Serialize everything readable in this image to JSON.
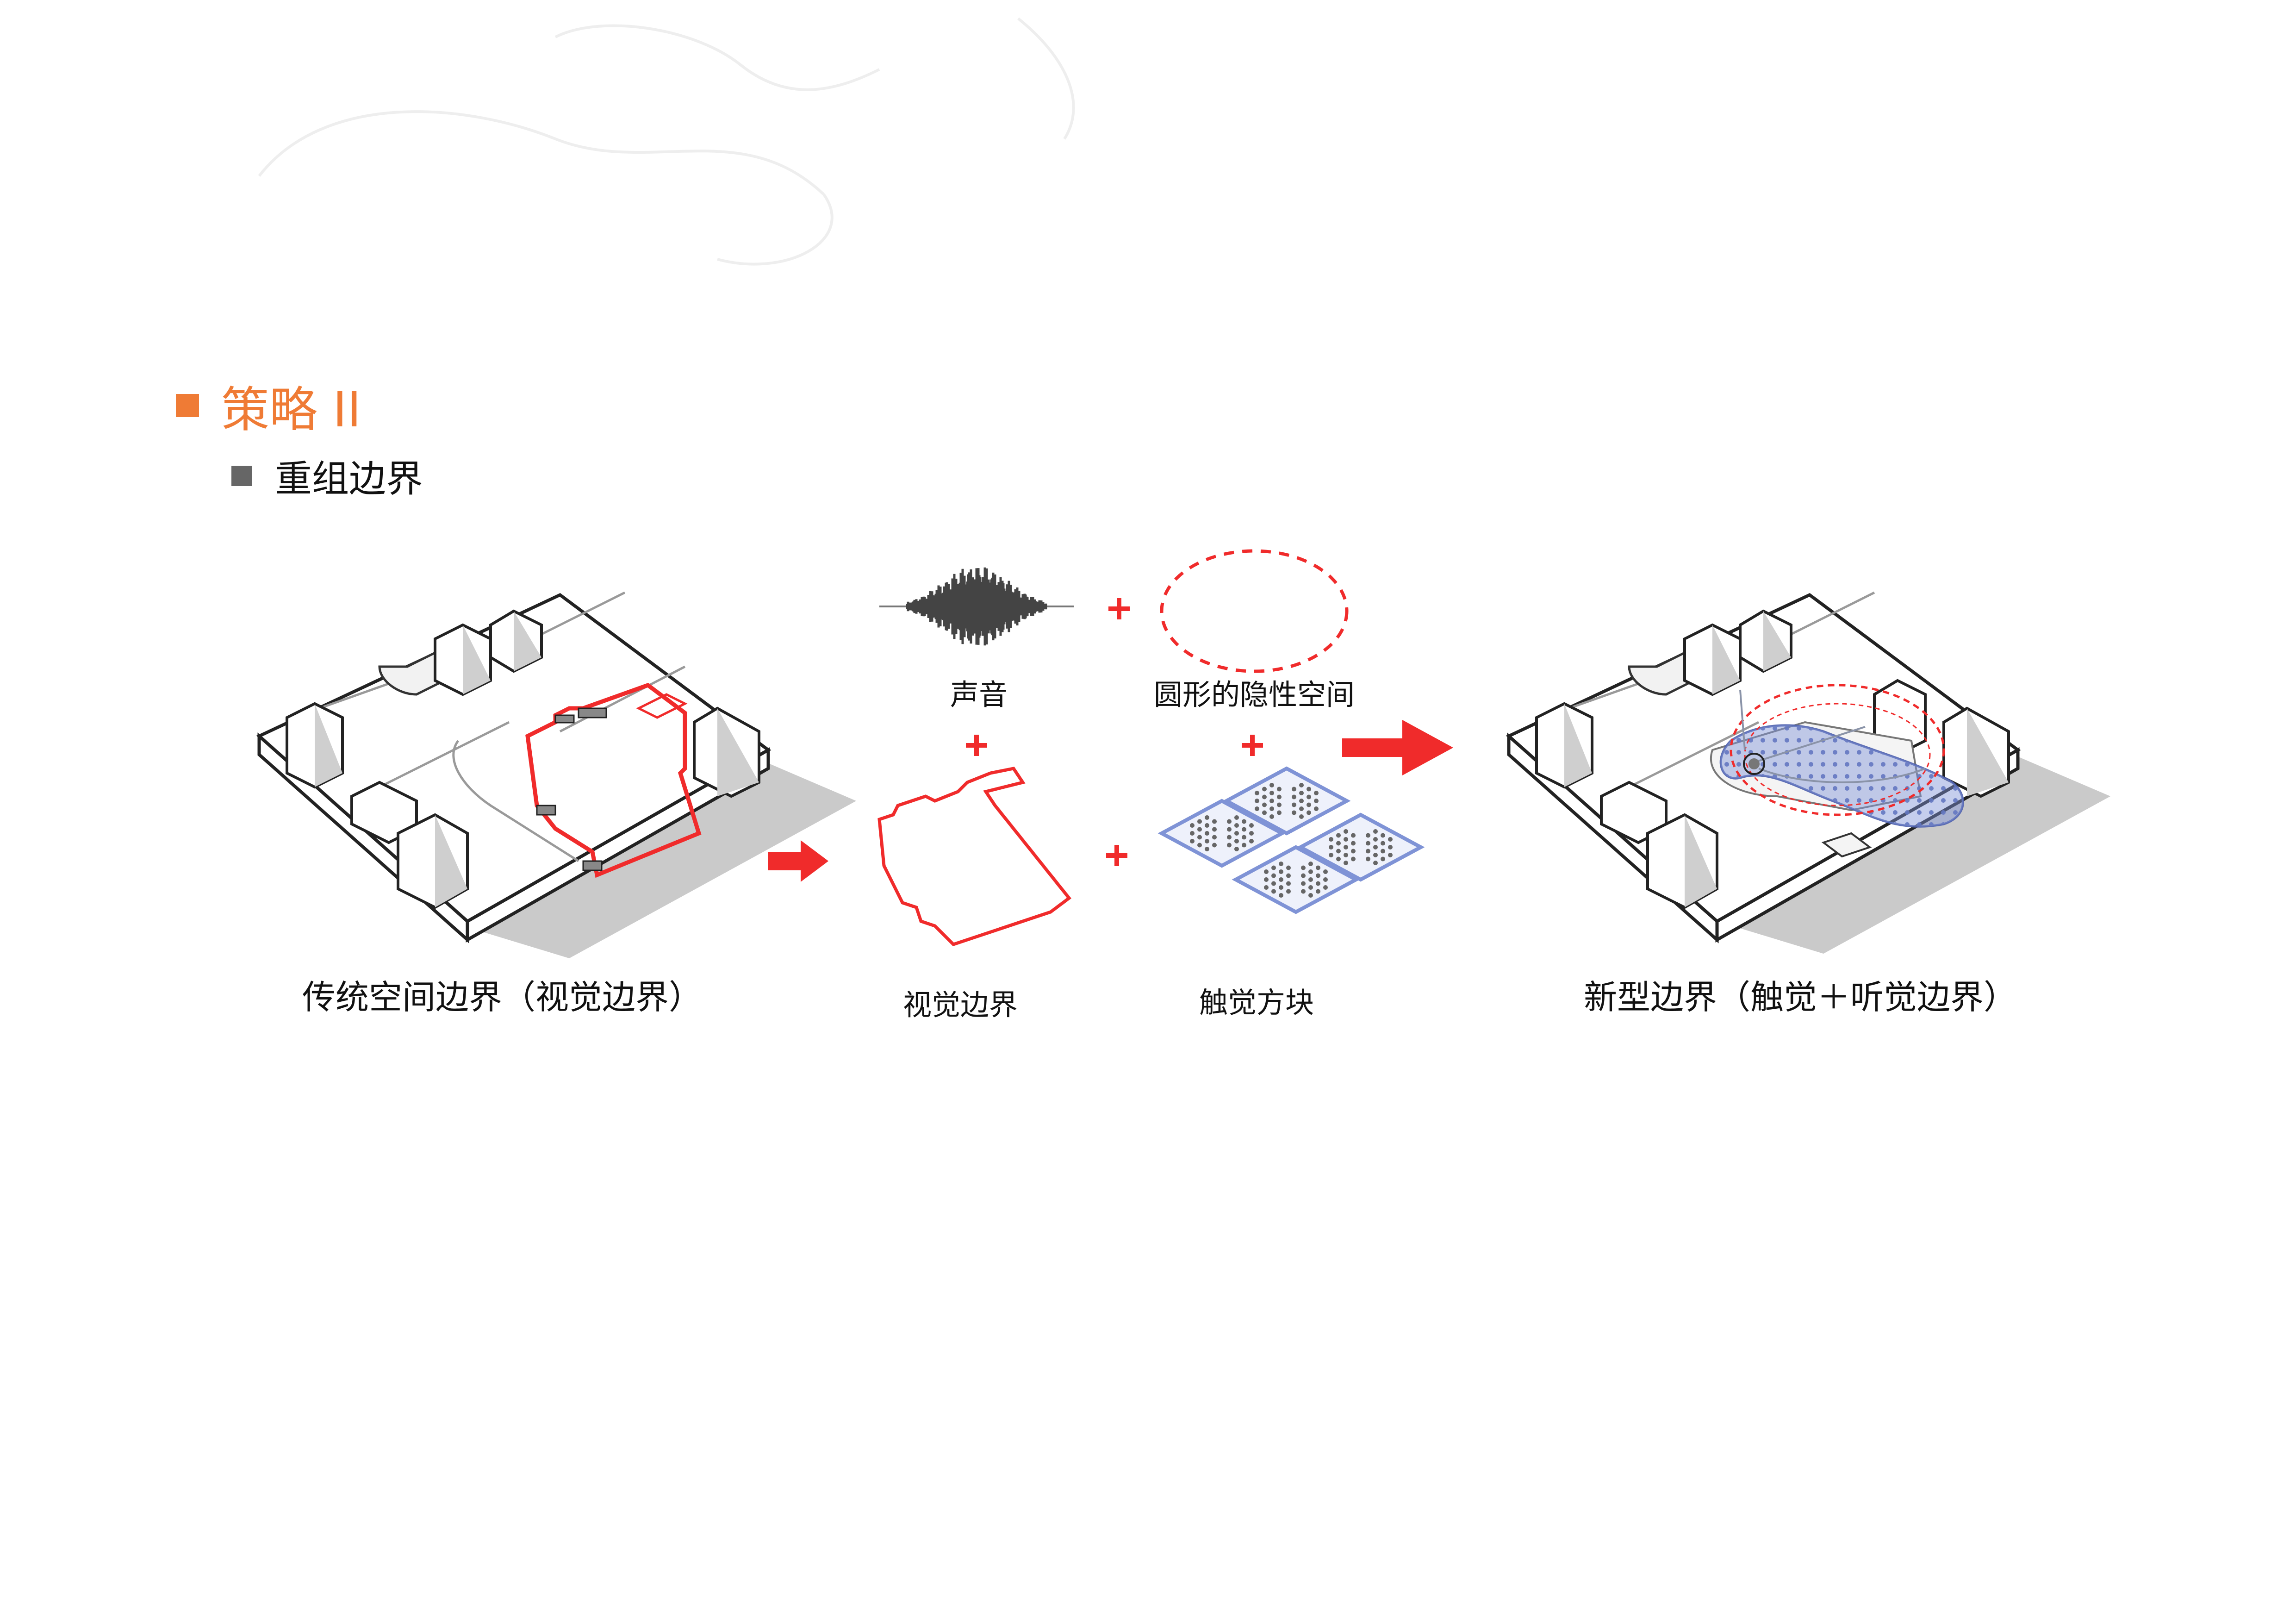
{
  "strategy": {
    "heading": "策略 II",
    "subheading": "重组边界"
  },
  "labels": {
    "traditional": "传统空间边界（视觉边界）",
    "sound": "声音",
    "circle": "圆形的隐性空间",
    "visual": "视觉边界",
    "tactile": "触觉方块",
    "new": "新型边界（触觉＋听觉边界）"
  },
  "colors": {
    "accent": "#ef7b35",
    "red": "#f02b2b",
    "blue": "#7f93d6",
    "block_grey": "#666666"
  },
  "icons": [
    "square-bullet-icon",
    "plus-icon",
    "arrow-right-icon",
    "waveform-icon",
    "dashed-circle-icon",
    "tactile-tile-icon"
  ]
}
